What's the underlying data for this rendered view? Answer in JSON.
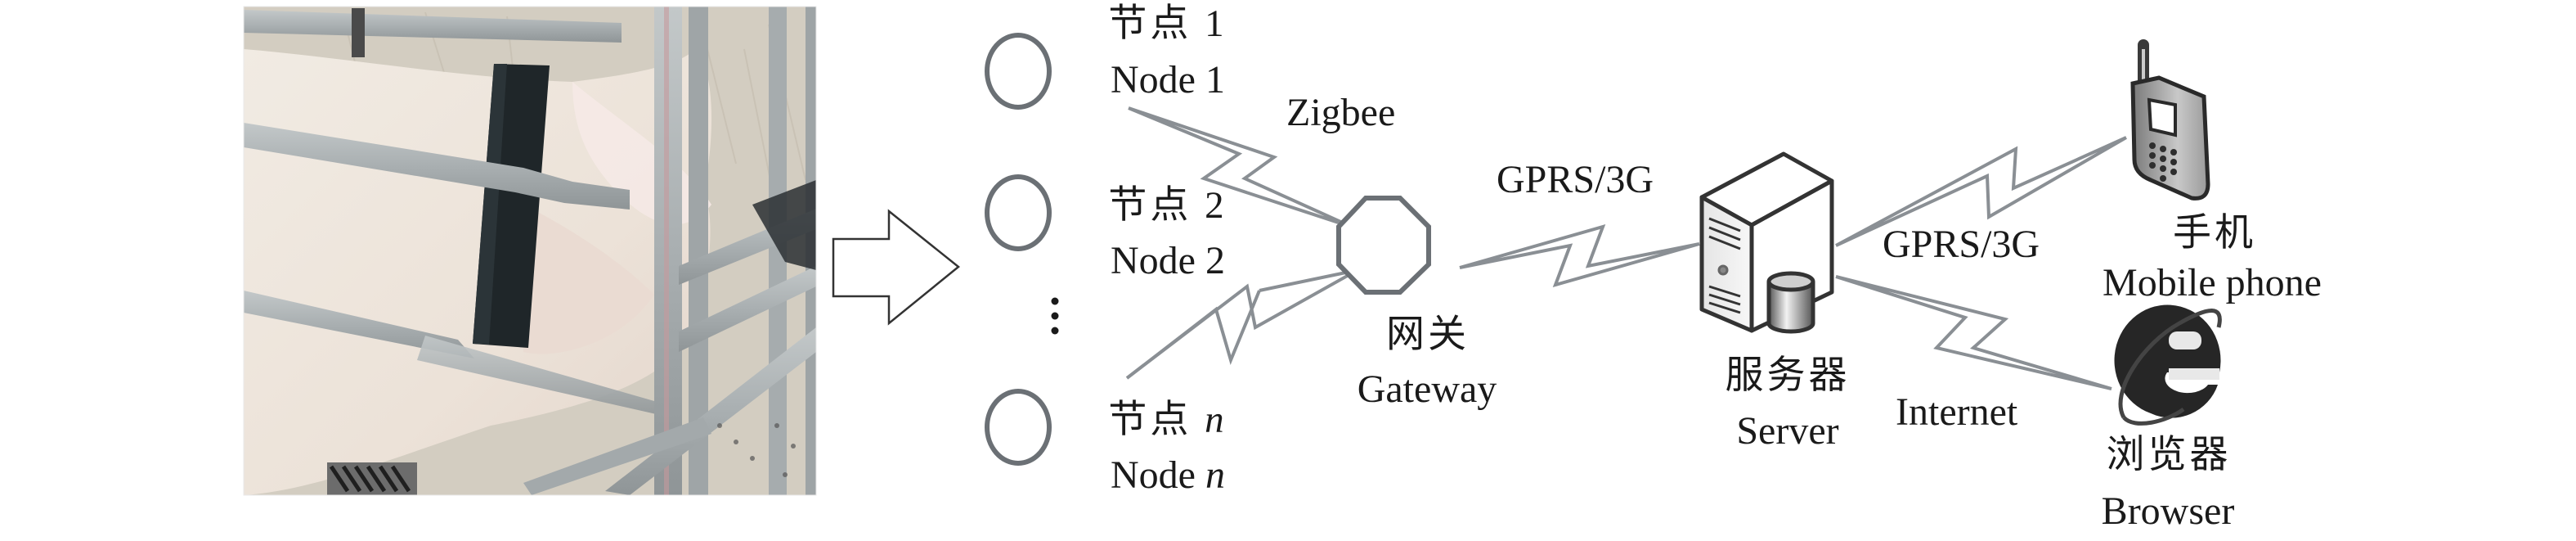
{
  "figure": {
    "photo": {
      "description": "Photo of a sow in a farrowing crate wearing a dark collar-mounted sensor",
      "colors": {
        "body": "#efe6dc",
        "collar": "#1e2528",
        "bars": "#a8aeb0",
        "background": "#d6d0c4"
      }
    },
    "transition_arrow": {
      "icon": "right-arrow-outline"
    },
    "nodes": [
      {
        "label_zh": "节点",
        "index": "1",
        "label_en": "Node",
        "italic": false
      },
      {
        "label_zh": "节点",
        "index": "2",
        "label_en": "Node",
        "italic": false
      },
      {
        "label_zh": "节点",
        "index": "n",
        "label_en": "Node",
        "italic": true
      }
    ],
    "ellipsis": "⋮",
    "links": {
      "node_gateway": "Zigbee",
      "gateway_server": "GPRS/3G",
      "server_phone": "GPRS/3G",
      "server_browser": "Internet"
    },
    "gateway": {
      "label_zh": "网关",
      "label_en": "Gateway",
      "icon": "octagon"
    },
    "server": {
      "label_zh": "服务器",
      "label_en": "Server",
      "icon": "server-tower-with-database"
    },
    "mobile_phone": {
      "label_zh": "手机",
      "label_en": "Mobile phone",
      "icon": "mobile-phone"
    },
    "browser": {
      "label_zh": "浏览器",
      "label_en": "Browser",
      "icon": "internet-explorer-e"
    },
    "colors": {
      "text": "#1a1a1a",
      "line": "#6b7075",
      "lightning": "#8a8f94"
    }
  }
}
